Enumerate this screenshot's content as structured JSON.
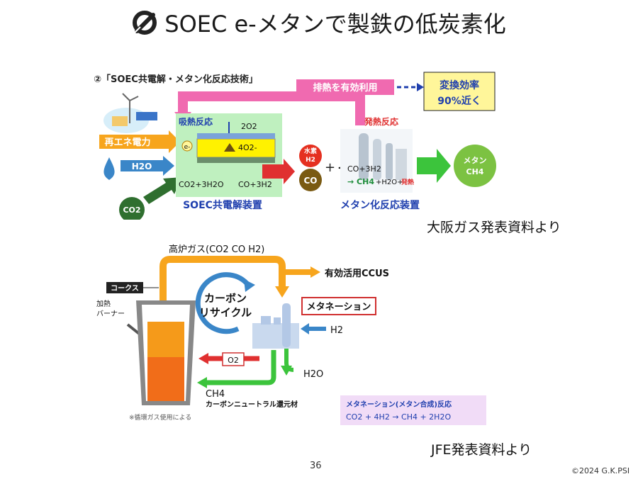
{
  "slide": {
    "title": "SOEC e-メタンで製鉄の低炭素化",
    "page_number": "36",
    "copyright": "©2024 G.K.PSI"
  },
  "figure_top": {
    "heading": "②「SOEC共電解・メタン化反応技術」",
    "waste_heat_label": "排熱を有効利用",
    "efficiency_line1": "変換効率",
    "efficiency_line2": "90%近く",
    "endothermic_label": "吸熱反応",
    "exothermic_label": "発熱反応",
    "renewable_label": "再エネ電力",
    "water_label": "H2O",
    "co2_label": "CO2",
    "o2_label": "2O2",
    "oxide_ion_label": "4O2-",
    "electron_label": "e-",
    "cell_equation_left": "CO2+3H2O",
    "cell_equation_right": "CO+3H2",
    "soec_device_label": "SOEC共電解装置",
    "hydrogen_label_1": "水素",
    "hydrogen_label_2": "H2",
    "co_label": "CO",
    "reaction_line1": "CO+3H2",
    "reaction_line2_main": "→ CH4",
    "reaction_line2_rest": "+H2O+",
    "reaction_line2_heat": "発熱",
    "methanation_device_label": "メタン化反応装置",
    "methane_label_1": "メタン",
    "methane_label_2": "CH4",
    "credit": "大阪ガス発表資料より"
  },
  "figure_bottom": {
    "furnace_gas_label": "高炉ガス(CO2  CO H2)",
    "ccus_label": "有効活用CCUS",
    "coke_label": "コークス",
    "burner_label_1": "加熱",
    "burner_label_2": "バーナー",
    "carbon_recycle_1": "カーボン",
    "carbon_recycle_2": "リサイクル",
    "methanation_label": "メタネーション",
    "h2_label": "H2",
    "o2_label": "O2",
    "h2o_label": "H2O",
    "ch4_label": "CH4",
    "reductant_label": "カーボンニュートラル還元材",
    "furnace_note": "※循環ガス使用による",
    "box_title": "メタネーション(メタン合成)反応",
    "box_equation": "CO2 + 4H2 → CH4 + 2H2O",
    "credit": "JFE発表資料より"
  },
  "colors": {
    "pink_arrow": "#f06ab0",
    "green_cell": "#bff0bf",
    "yellow_box": "#fff69a",
    "orange_arrow": "#f7a51d",
    "green_arrow": "#3cc43c",
    "red_arrow": "#e03030",
    "blue_arrow": "#3a86c8",
    "methane_circle": "#7cc242",
    "co2_circle": "#2f6f2f",
    "hydrogen_circle": "#e53020",
    "co_circle": "#7a5a12",
    "purple_box": "#f1dcf7",
    "furnace_orange": "#f59a1a"
  }
}
